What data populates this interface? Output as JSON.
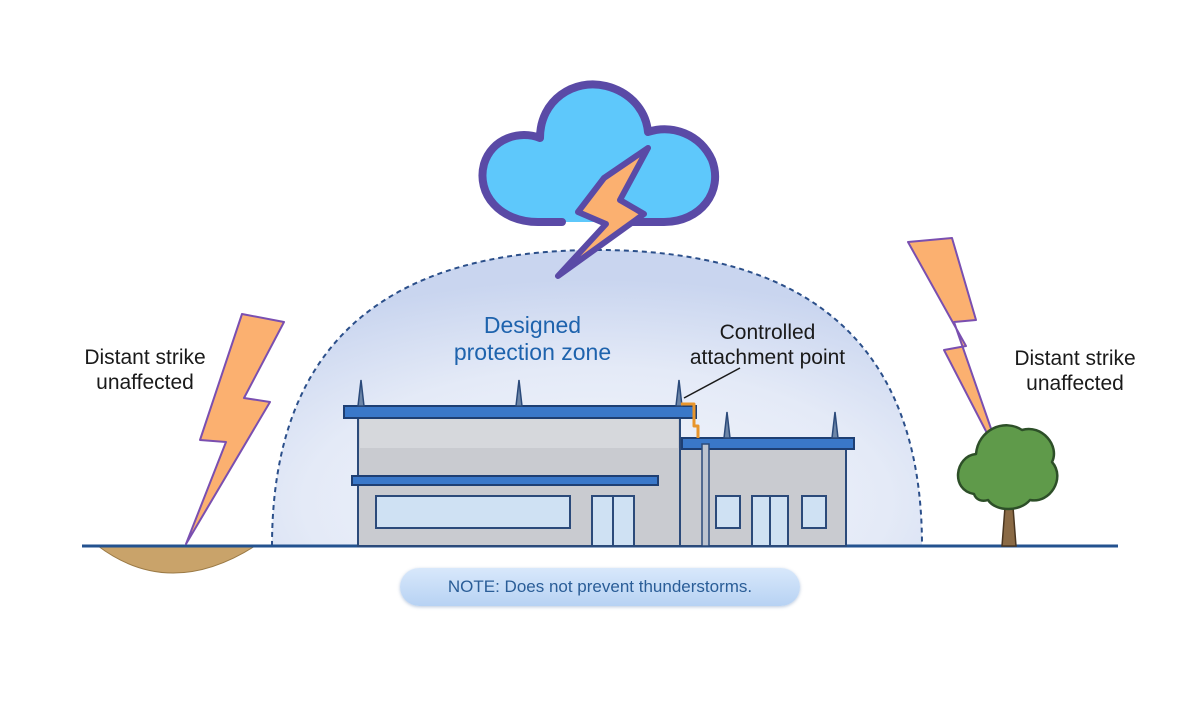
{
  "labels": {
    "left_strike": [
      "Distant strike",
      "unaffected"
    ],
    "right_strike": [
      "Distant strike",
      "unaffected"
    ],
    "zone": [
      "Designed",
      "protection zone"
    ],
    "attachment": [
      "Controlled",
      "attachment point"
    ]
  },
  "note": "NOTE: Does not prevent thunderstorms.",
  "colors": {
    "cloud_fill": "#5ec8fb",
    "cloud_outline": "#5a4aa6",
    "bolt_fill": "#fbb070",
    "bolt_outline": "#7a4fb0",
    "dome_edge": "#2b4f8a",
    "building_roof": "#3a78c9",
    "building_wall": "#c9cbd0",
    "ground_line": "#23528f",
    "dirt": "#c9a36a",
    "tree_foliage": "#5f9a4a",
    "attachment_conductor": "#e8952c",
    "zone_text": "#1e63ad"
  },
  "icons": {
    "cloud": "storm-cloud-icon",
    "bolts": "lightning-bolt-icon",
    "tree": "tree-icon",
    "building": "building-icon"
  }
}
